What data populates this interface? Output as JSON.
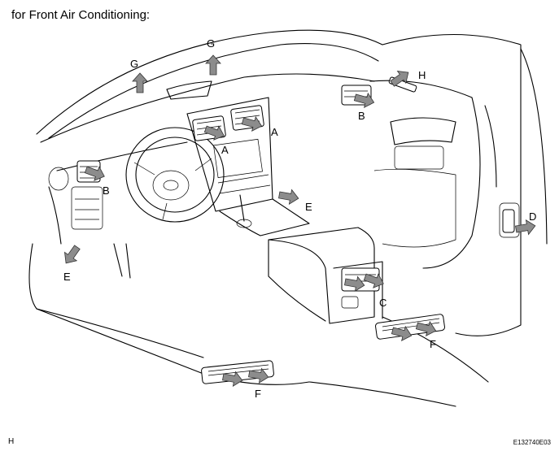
{
  "heading": "for Front Air Conditioning:",
  "page_code": "H",
  "figure_id": "E132740E03",
  "callouts": {
    "g1": "G",
    "g2": "G",
    "h": "H",
    "a1": "A",
    "a2": "A",
    "b1": "B",
    "b2": "B",
    "c": "C",
    "d": "D",
    "e1": "E",
    "e2": "E",
    "f1": "F",
    "f2": "F"
  },
  "colors": {
    "line": "#000000",
    "arrow_fill": "#8c8c8c",
    "background": "#ffffff"
  }
}
